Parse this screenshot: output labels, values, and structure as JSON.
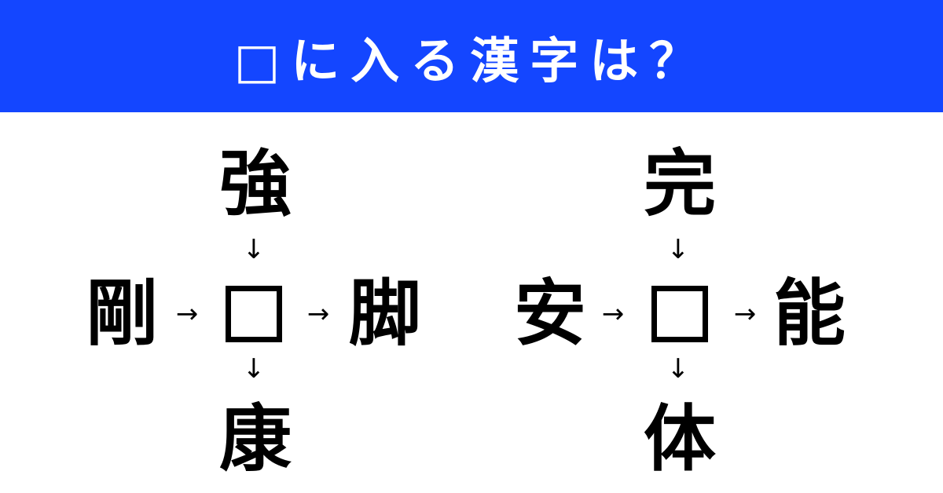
{
  "header": {
    "title": "□に入る漢字は？",
    "background": "#1446ff"
  },
  "puzzles": [
    {
      "top": "強",
      "left": "剛",
      "right": "脚",
      "bottom": "康"
    },
    {
      "top": "完",
      "left": "安",
      "right": "能",
      "bottom": "体"
    }
  ],
  "arrows": {
    "down": "↓",
    "right": "→"
  }
}
